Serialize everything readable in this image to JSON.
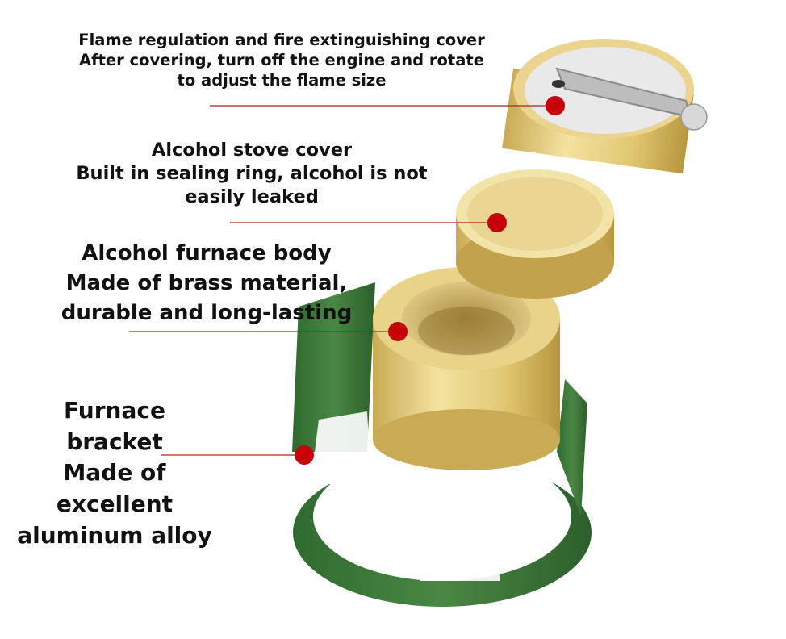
{
  "callouts": {
    "flame_cover": [
      "Flame regulation and fire extinguishing cover",
      "After covering, turn off the engine and rotate",
      "to adjust the flame size"
    ],
    "stove_cover": [
      "Alcohol stove cover",
      "Built in sealing ring, alcohol is not",
      "easily leaked"
    ],
    "furnace_body": [
      "Alcohol furnace body",
      "Made of brass material,",
      "durable and long-lasting"
    ],
    "bracket": [
      "Furnace",
      "bracket",
      "Made of",
      "excellent",
      "aluminum alloy"
    ]
  },
  "colors": {
    "brass": "#e6cf7c",
    "brass_dark": "#b99a3e",
    "bracket_green": "#3f7a3a",
    "marker_red": "#c8000a",
    "leader_line": "#b02020"
  }
}
